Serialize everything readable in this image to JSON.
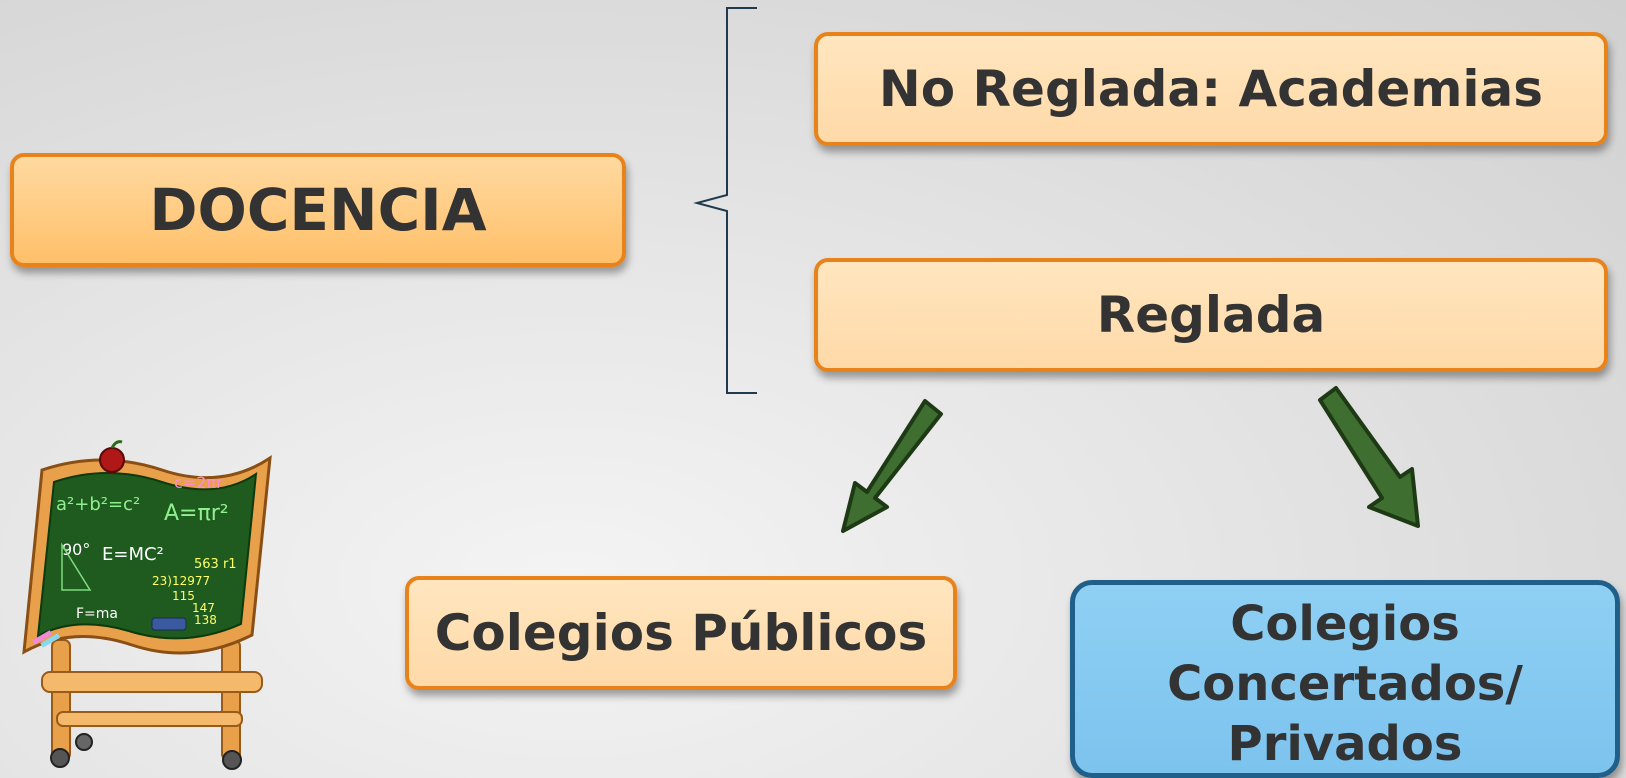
{
  "diagram": {
    "root": {
      "label": "DOCENCIA"
    },
    "branches": [
      {
        "label": "No Reglada: Academias"
      },
      {
        "label": "Reglada"
      }
    ],
    "sub_branches": [
      {
        "label": "Colegios Públicos"
      },
      {
        "label": "Colegios Concertados/ Privados"
      }
    ],
    "blackboard": {
      "formulas": [
        "a²+b²=c²",
        "c=2πr",
        "A=πr²",
        "90°",
        "E=MC²",
        "F=ma",
        "563 r1",
        "23)12977",
        "115",
        "147",
        "138"
      ]
    }
  }
}
